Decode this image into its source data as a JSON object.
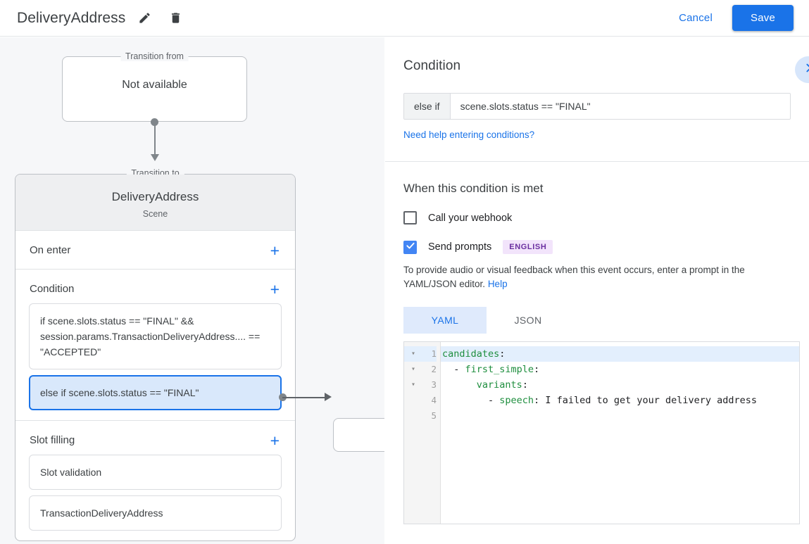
{
  "header": {
    "title": "DeliveryAddress",
    "edit_icon": "pencil-icon",
    "delete_icon": "trash-icon",
    "cancel_label": "Cancel",
    "save_label": "Save",
    "accent_color": "#1a73e8"
  },
  "graph": {
    "transition_from": {
      "legend": "Transition from",
      "title": "Not available"
    },
    "transition_to": {
      "legend": "Transition to",
      "name": "DeliveryAddress",
      "subtitle": "Scene"
    },
    "sections": [
      {
        "title": "On enter",
        "add_label": "+",
        "rows": []
      },
      {
        "title": "Condition",
        "add_label": "+",
        "rows": [
          {
            "text": "if scene.slots.status == \"FINAL\" && session.params.TransactionDeliveryAddress.... == \"ACCEPTED\"",
            "selected": false
          },
          {
            "text": "else if scene.slots.status == \"FINAL\"",
            "selected": true
          }
        ]
      },
      {
        "title": "Slot filling",
        "add_label": "+",
        "rows": [
          {
            "text": "Slot validation",
            "selected": false
          },
          {
            "text": "TransactionDeliveryAddress",
            "selected": false
          }
        ]
      }
    ]
  },
  "detail": {
    "heading": "Condition",
    "collapse_icon": "chevron-right-icon",
    "condition": {
      "prefix": "else if",
      "value": "scene.slots.status == \"FINAL\""
    },
    "help_link": "Need help entering conditions?",
    "when_heading": "When this condition is met",
    "webhook": {
      "label": "Call your webhook",
      "checked": false
    },
    "prompts": {
      "label": "Send prompts",
      "badge": "ENGLISH",
      "checked": true,
      "badge_bg": "#f2e4fb",
      "badge_fg": "#6a2fa0"
    },
    "helper_text": "To provide audio or visual feedback when this event occurs, enter a prompt in the YAML/JSON editor.",
    "helper_link": "Help",
    "tabs": [
      {
        "label": "YAML",
        "active": true
      },
      {
        "label": "JSON",
        "active": false
      }
    ],
    "editor": {
      "lines": [
        {
          "num": "1",
          "fold": "▾",
          "highlight": true,
          "key": "candidates",
          "indent": "",
          "dash": "",
          "value": ""
        },
        {
          "num": "2",
          "fold": "▾",
          "highlight": false,
          "key": "first_simple",
          "indent": "  ",
          "dash": "- ",
          "value": ""
        },
        {
          "num": "3",
          "fold": "▾",
          "highlight": false,
          "key": "variants",
          "indent": "      ",
          "dash": "",
          "value": ""
        },
        {
          "num": "4",
          "fold": "",
          "highlight": false,
          "key": "speech",
          "indent": "        ",
          "dash": "- ",
          "value": " I failed to get your delivery address"
        },
        {
          "num": "5",
          "fold": "",
          "highlight": false,
          "key": "",
          "indent": "",
          "dash": "",
          "value": ""
        }
      ]
    }
  }
}
